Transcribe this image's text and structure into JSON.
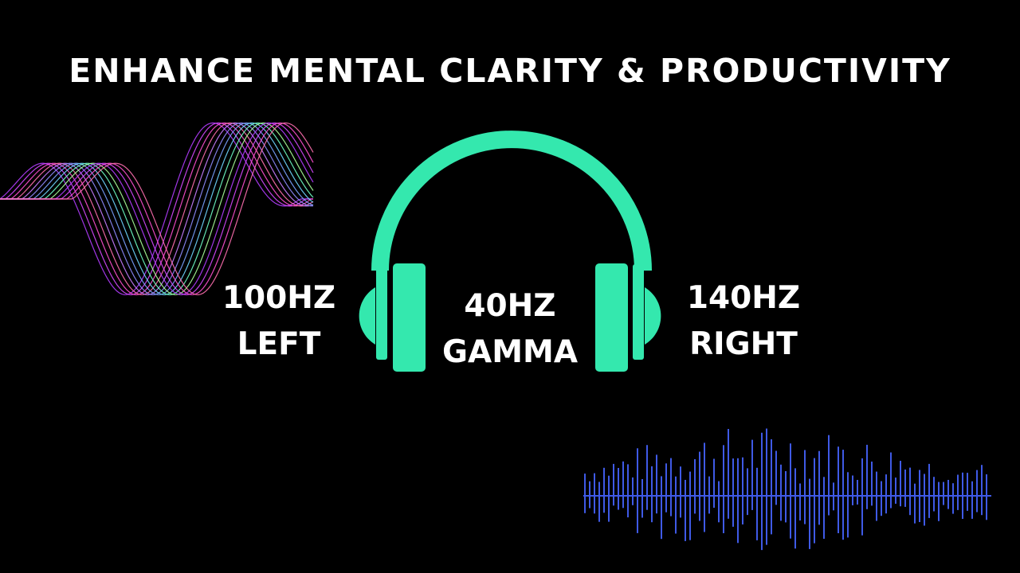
{
  "title": "ENHANCE MENTAL CLARITY & PRODUCTIVITY",
  "left": {
    "freq": "100HZ",
    "side": "LEFT"
  },
  "center": {
    "freq": "40HZ",
    "band": "GAMMA"
  },
  "right": {
    "freq": "140HZ",
    "side": "RIGHT"
  },
  "colors": {
    "background": "#000000",
    "headphones": "#34e8ae",
    "waveform": "#3f5ae6",
    "text": "#ffffff"
  },
  "icons": [
    "headphones-icon",
    "sine-wave-graphic",
    "audio-waveform-graphic"
  ]
}
